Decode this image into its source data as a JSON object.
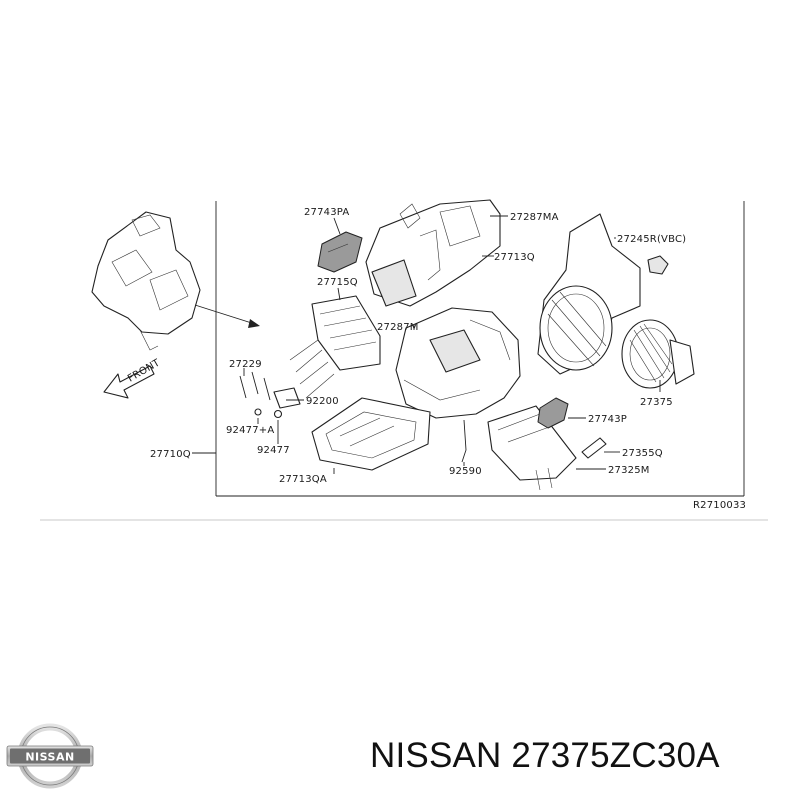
{
  "diagram": {
    "direction_label": "FRONT",
    "reference_code": "R2710033",
    "part_labels": {
      "p27743PA": "27743PA",
      "p27287MA": "27287MA",
      "p27245R": "27245R(VBC)",
      "p27713Q": "27713Q",
      "p27715Q": "27715Q",
      "p27287M": "27287M",
      "p27229": "27229",
      "p92200": "92200",
      "p92477A": "92477+A",
      "p92477": "92477",
      "p27710Q": "27710Q",
      "p27713QA": "27713QA",
      "p92590": "92590",
      "p27743P": "27743P",
      "p27375": "27375",
      "p27355Q": "27355Q",
      "p27325M": "27325M"
    }
  },
  "brand": {
    "logo_text": "NISSAN",
    "caption": "NISSAN 27375ZC30A"
  },
  "colors": {
    "line": "#222222",
    "logo_silver": "#b9b9b9",
    "logo_bar": "#6f6f6f"
  }
}
